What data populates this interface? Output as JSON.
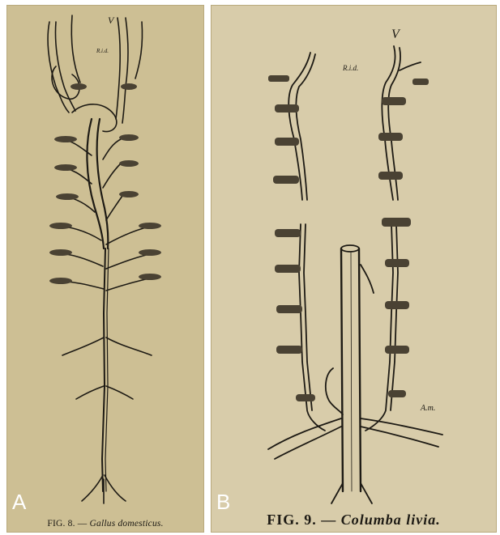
{
  "colors": {
    "paper_a": "#cdbf94",
    "paper_b": "#d8ccaa",
    "ink": "#1d1a14",
    "label": "#ffffff"
  },
  "panels": [
    {
      "label": "A",
      "caption_fig": "FIG. 8. —",
      "caption_species": "Gallus domesticus.",
      "annotations": {
        "top": "V",
        "left_branch": "R.i.d."
      }
    },
    {
      "label": "B",
      "caption_fig": "FIG. 9. —",
      "caption_species": "Columba livia.",
      "annotations": {
        "top": "V",
        "left_branch": "R.i.d.",
        "lower": "A.m."
      }
    }
  ]
}
